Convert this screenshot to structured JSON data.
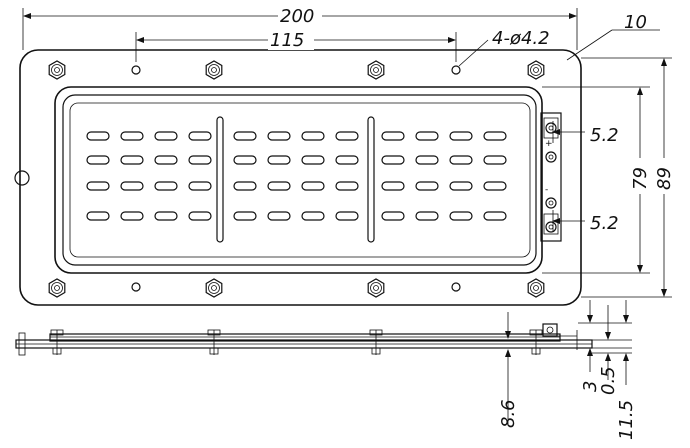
{
  "drawing": {
    "dimensions": {
      "overall_width": "200",
      "hole_spacing": "115",
      "hole_callout": "4-ø4.2",
      "corner_radius": "10",
      "height_inner": "79",
      "height_outer": "89",
      "terminal_top": "5.2",
      "terminal_bottom": "5.2",
      "side_8_6": "8.6",
      "side_3": "3",
      "side_0_5": "0.5",
      "side_11_5": "11.5"
    },
    "views": [
      "top-view",
      "side-view"
    ],
    "colors": {
      "line": "#111111",
      "background": "#ffffff"
    }
  }
}
